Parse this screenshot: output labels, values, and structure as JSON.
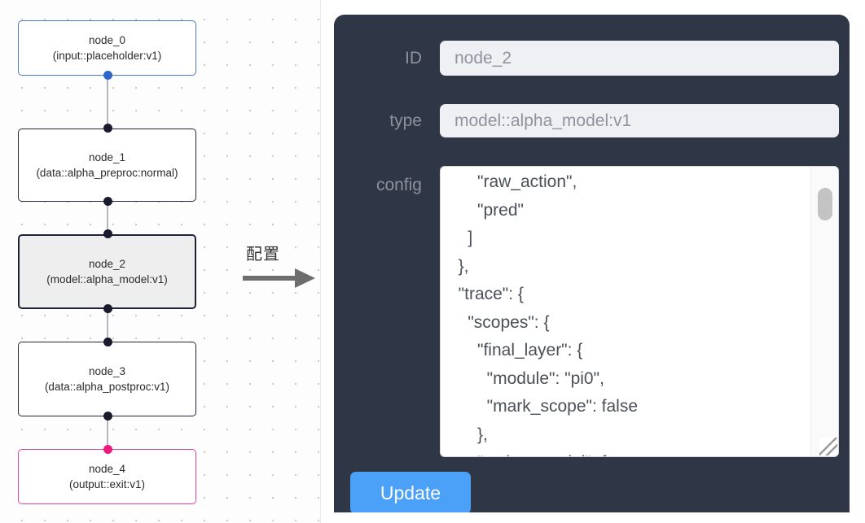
{
  "graph": {
    "nodes": [
      {
        "id": "node_0",
        "type": "(input::placeholder:v1)",
        "role": "input",
        "selected": false
      },
      {
        "id": "node_1",
        "type": "(data::alpha_preproc:normal)",
        "role": "default",
        "selected": false
      },
      {
        "id": "node_2",
        "type": "(model::alpha_model:v1)",
        "role": "default",
        "selected": true
      },
      {
        "id": "node_3",
        "type": "(data::alpha_postproc:v1)",
        "role": "default",
        "selected": false
      },
      {
        "id": "node_4",
        "type": "(output::exit:v1)",
        "role": "output",
        "selected": false
      }
    ],
    "edges": [
      "node_0 -> node_1",
      "node_1 -> node_2",
      "node_2 -> node_3",
      "node_3 -> node_4"
    ],
    "colors": {
      "input_border": "#4a79c4",
      "output_border": "#e0439a",
      "default_border": "#222433",
      "selected_fill": "#eeeeee",
      "edge": "#b6b6bb",
      "handle": "#1a1a2e",
      "handle_source": "#2c66c9",
      "handle_target": "#ec1a7c"
    }
  },
  "transition": {
    "label": "配置",
    "arrow_icon": "arrow-right-icon",
    "arrow_color": "#6d6d6d"
  },
  "inspector": {
    "panel_color": "#2f3747",
    "accent_color": "#4ba0f7",
    "fields": {
      "id": {
        "label": "ID",
        "value": "node_2",
        "placeholder": "ID"
      },
      "type": {
        "label": "type",
        "value": "model::alpha_model:v1",
        "placeholder": "type"
      },
      "config": {
        "label": "config",
        "value": "      \"raw_action\",\n      \"pred\"\n    ]\n  },\n  \"trace\": {\n    \"scopes\": {\n      \"final_layer\": {\n        \"module\": \"pi0\",\n        \"mark_scope\": false\n      },\n      \"action_model\": {",
        "placeholder": "config",
        "scroll_position": "near-top"
      }
    },
    "update_button": {
      "label": "Update"
    }
  }
}
